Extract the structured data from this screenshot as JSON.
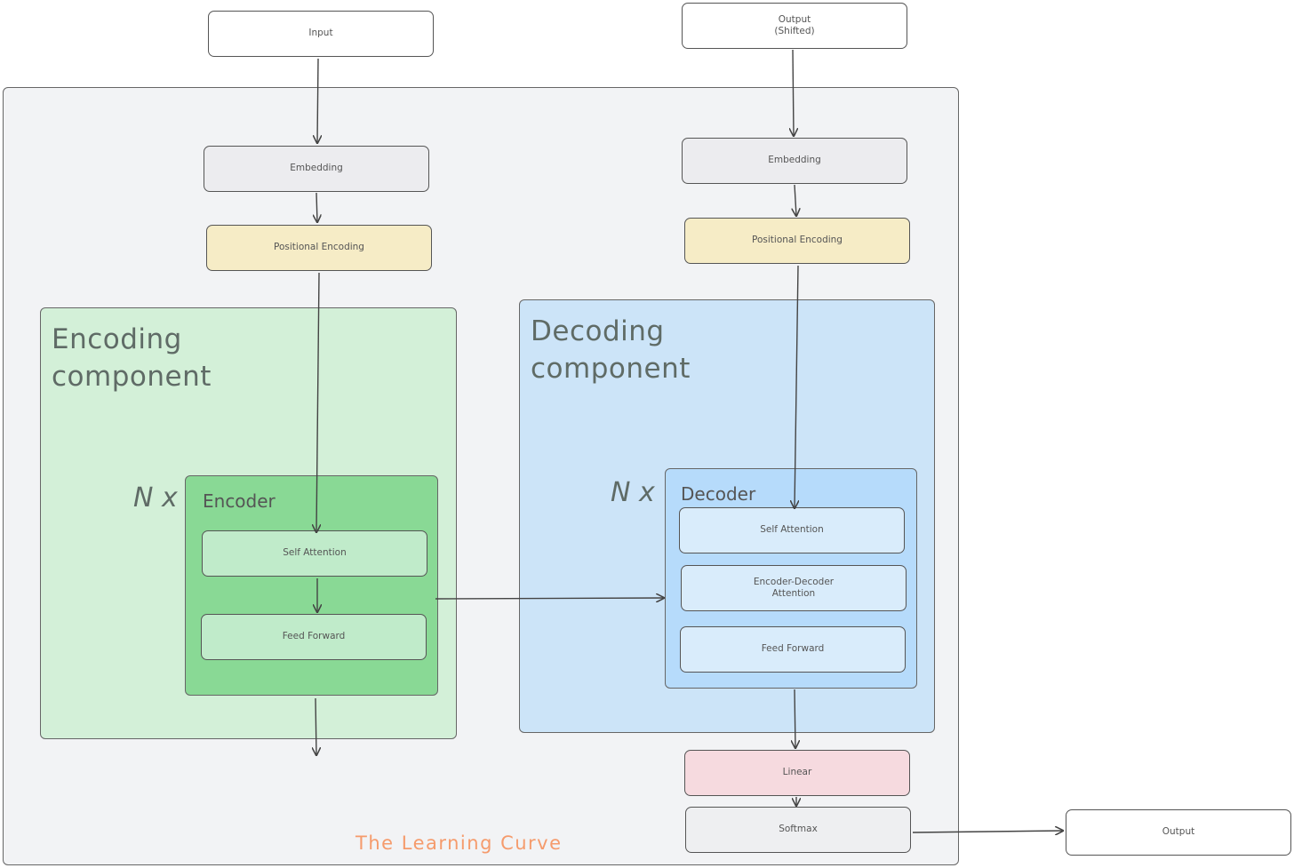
{
  "nodes": {
    "input": "Input",
    "output_shifted": "Output\n(Shifted)",
    "enc_embedding": "Embedding",
    "dec_embedding": "Embedding",
    "enc_positional": "Positional Encoding",
    "dec_positional": "Positional Encoding",
    "enc_self_attention": "Self Attention",
    "enc_feed_forward": "Feed Forward",
    "dec_self_attention": "Self Attention",
    "dec_enc_dec_attention": "Encoder-Decoder\nAttention",
    "dec_feed_forward": "Feed Forward",
    "linear": "Linear",
    "softmax": "Softmax",
    "output": "Output"
  },
  "regions": {
    "encoding_title": "Encoding\ncomponent",
    "decoding_title": "Decoding\ncomponent",
    "encoder_multiplier": "N x",
    "decoder_multiplier": "N x",
    "encoder_label": "Encoder",
    "decoder_label": "Decoder"
  },
  "watermark": "The Learning Curve",
  "colors": {
    "outer_bg": "#f2f3f5",
    "encoding_bg": "#d3f0d8",
    "encoder_bg": "#89d995",
    "encoder_sublayer_bg": "#c0ebca",
    "decoding_bg": "#cce4f8",
    "decoder_bg": "#b6dbfb",
    "decoder_sublayer_bg": "#d9ecfb",
    "embedding_bg": "#ececef",
    "positional_bg": "#f6ecc6",
    "linear_bg": "#f6dadf",
    "softmax_bg": "#eeeff1",
    "watermark": "#f59b6c"
  }
}
